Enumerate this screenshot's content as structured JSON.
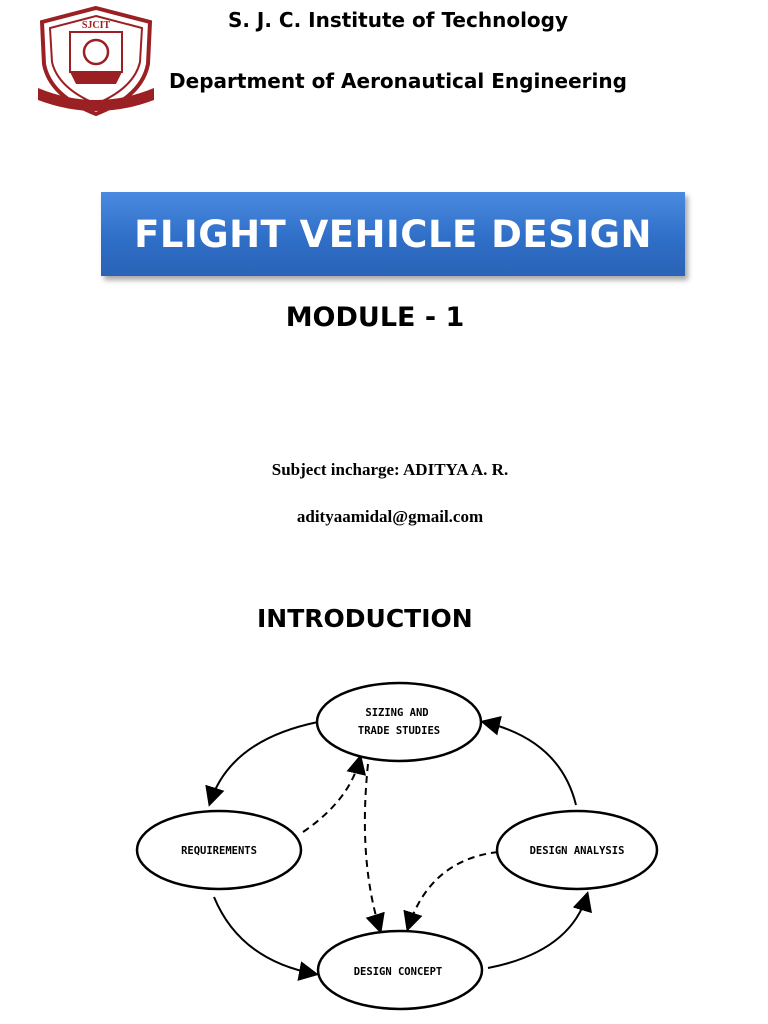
{
  "header": {
    "institute": "S. J. C. Institute of Technology",
    "department": "Department of Aeronautical Engineering"
  },
  "logo": {
    "text": "SJCIT",
    "color": "#9b2024",
    "icon": "institute-crest-icon"
  },
  "banner": {
    "title": "FLIGHT VEHICLE DESIGN",
    "color": "#3a7bd5"
  },
  "module": "MODULE - 1",
  "subject_incharge": "Subject incharge: ADITYA A. R.",
  "email": "adityaamidal@gmail.com",
  "section_title": "INTRODUCTION",
  "diagram": {
    "nodes": {
      "sizing": [
        "SIZING AND",
        "TRADE STUDIES"
      ],
      "requirements": "REQUIREMENTS",
      "analysis": "DESIGN ANALYSIS",
      "concept": "DESIGN CONCEPT"
    }
  }
}
